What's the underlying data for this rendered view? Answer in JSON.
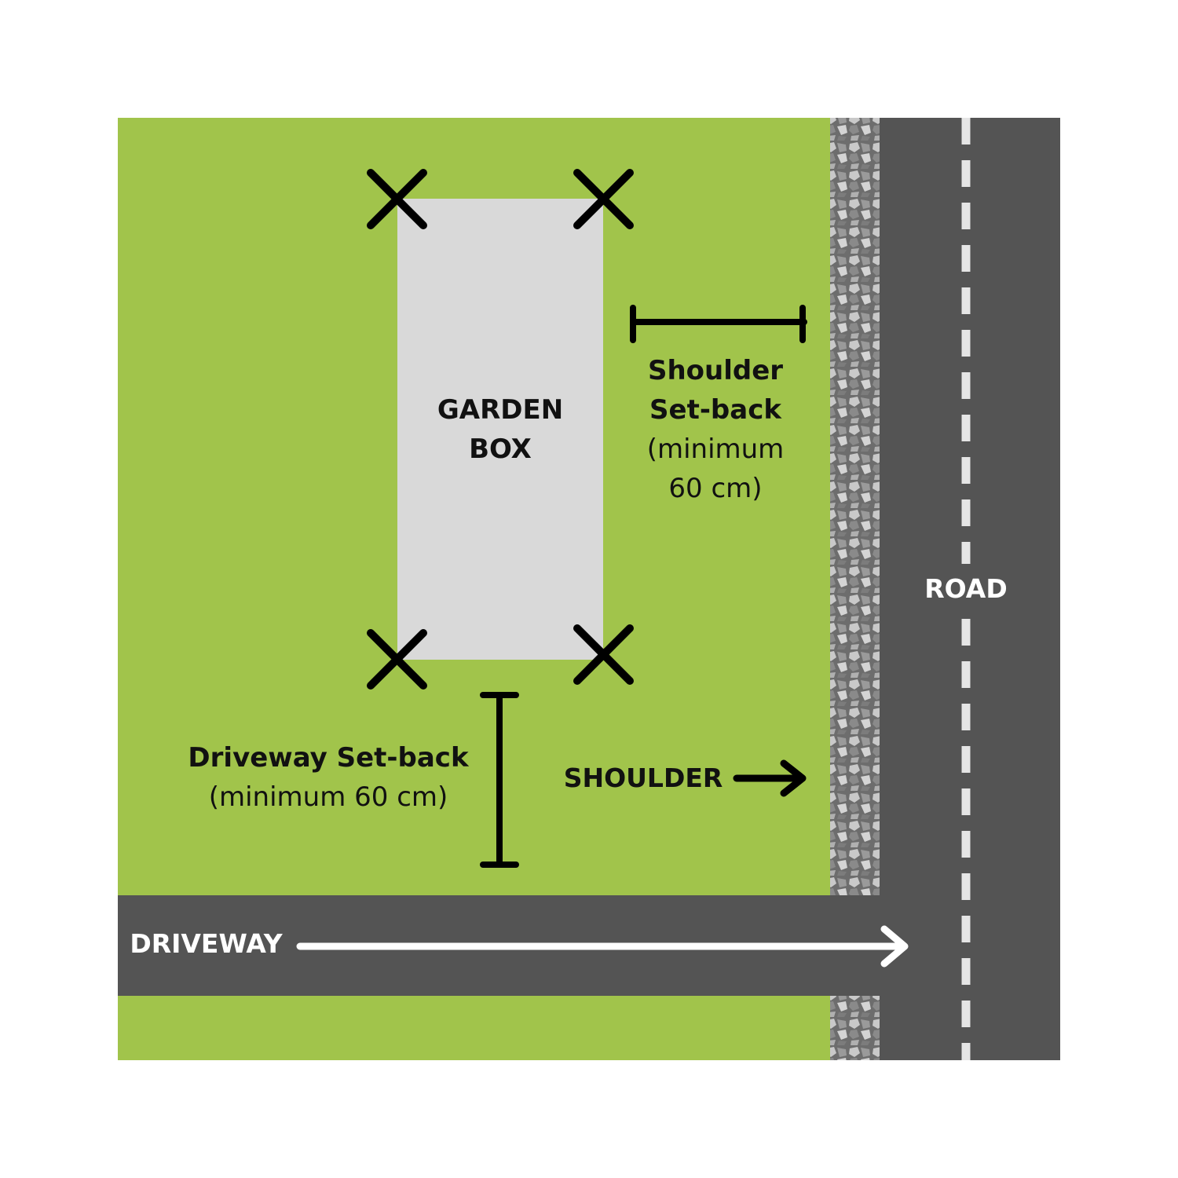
{
  "colors": {
    "grass": "#a1c44b",
    "asphalt": "#545454",
    "gravel": "#6f6f6f",
    "garden_box": "#d9d9d9",
    "marks": "#000000",
    "road_text": "#ffffff"
  },
  "garden_box": {
    "line1": "GARDEN",
    "line2": "BOX"
  },
  "shoulder_setback": {
    "line1": "Shoulder",
    "line2": "Set-back",
    "line3": "(minimum",
    "line4": "60 cm)"
  },
  "driveway_setback": {
    "line1": "Driveway Set-back",
    "line2": "(minimum 60 cm)"
  },
  "labels": {
    "shoulder": "SHOULDER",
    "road": "ROAD",
    "driveway": "DRIVEWAY"
  },
  "icons": {
    "corner_marker": "x-mark-icon",
    "driveway_direction": "arrow-right-icon",
    "shoulder_pointer": "arrow-right-icon"
  }
}
